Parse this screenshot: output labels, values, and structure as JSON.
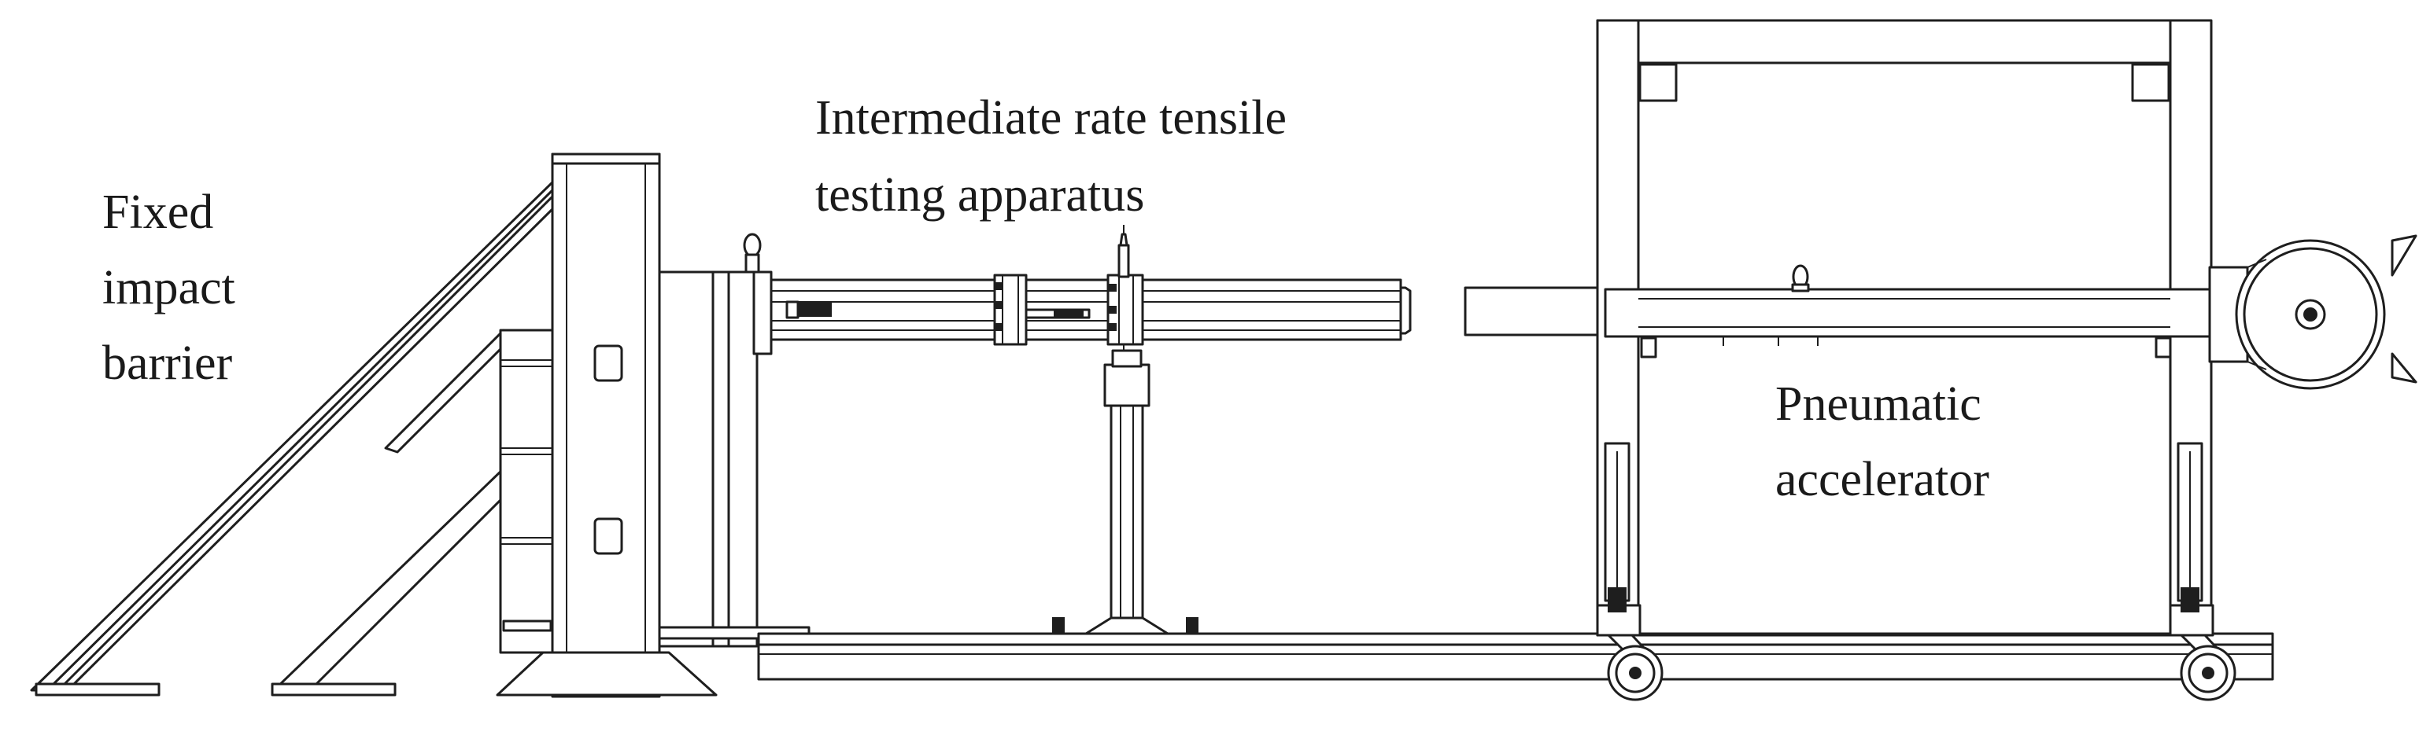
{
  "labels": {
    "barrier": [
      "Fixed",
      "impact",
      "barrier"
    ],
    "apparatus": [
      "Intermediate rate tensile",
      "testing apparatus"
    ],
    "accelerator": [
      "Pneumatic",
      "accelerator"
    ]
  },
  "colors": {
    "line": "#1e1e1e",
    "background": "#ffffff"
  }
}
